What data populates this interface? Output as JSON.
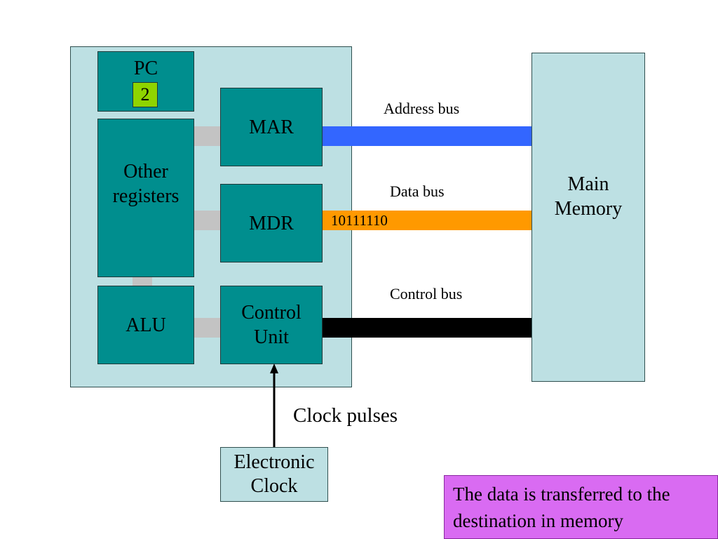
{
  "cpu": {
    "pc": {
      "label": "PC",
      "value": "2"
    },
    "other_registers": {
      "label": "Other registers"
    },
    "alu": {
      "label": "ALU"
    },
    "mar": {
      "label": "MAR"
    },
    "mdr": {
      "label": "MDR"
    },
    "control_unit": {
      "label": "Control Unit"
    }
  },
  "memory": {
    "label": "Main Memory"
  },
  "buses": {
    "address": {
      "label": "Address bus",
      "color": "#3366ff"
    },
    "data": {
      "label": "Data bus",
      "color": "#ff9900",
      "value": "10111110"
    },
    "control": {
      "label": "Control bus",
      "color": "#000000"
    }
  },
  "clock": {
    "label": "Electronic Clock",
    "pulses_label": "Clock pulses"
  },
  "note": {
    "text": "The data is transferred to the destination in memory",
    "color": "#d96bf2"
  }
}
